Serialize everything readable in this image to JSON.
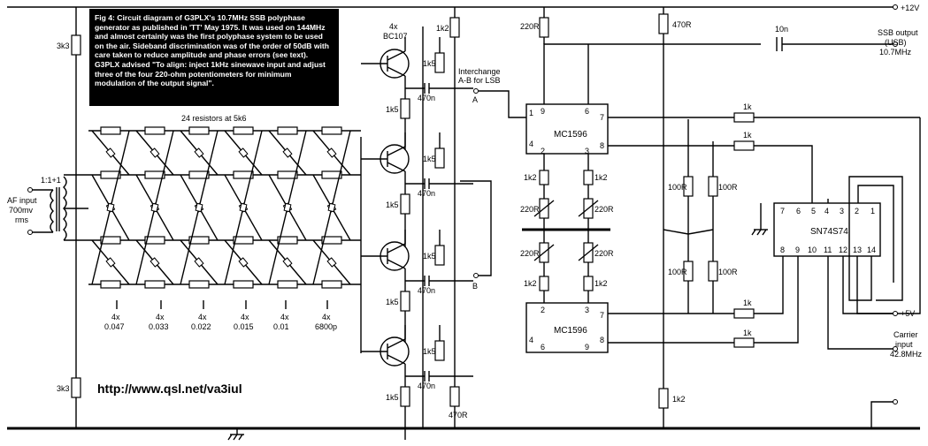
{
  "caption": "Fig 4: Circuit diagram of G3PLX's 10.7MHz SSB polyphase generator as published in 'TT' May 1975. It was used on 144MHz and almost certainly was the first polyphase system to be used on the air. Sideband discrimination was of the order of 50dB with care taken to reduce amplitude and phase errors (see text). G3PLX advised \"To align: inject 1kHz sinewave input and adjust three of the four 220-ohm potentiometers for minimum modulation of the output signal\".",
  "url": "http://www.qsl.net/va3iul",
  "rails": {
    "plus12v": "+12V",
    "plus5v": "+5V"
  },
  "labels": {
    "r3k3_top": "3k3",
    "r3k3_bottom": "3k3",
    "transformer": "1:1+1",
    "af_input": [
      "AF input",
      "700mv",
      "rms"
    ],
    "resistors_note": "24 resistors at 5k6",
    "transistors": [
      "4x",
      "BC107"
    ],
    "r1k2_top": "1k2",
    "r470_bottom": "470R",
    "r220_top": "220R",
    "r470_top": "470R",
    "r1k2_bottom": "1k2",
    "cap_10n": "10n",
    "ssb_output": [
      "SSB output",
      "(USB)",
      "10.7MHz"
    ],
    "interchange": [
      "Interchange",
      "A-B for LSB"
    ],
    "node_a": "A",
    "node_b": "B",
    "carrier_input": [
      "Carrier",
      "input",
      "42.8MHz"
    ],
    "r1k5": "1k5",
    "c470n": "470n",
    "r1k2": "1k2",
    "r220": "220R",
    "r100": "100R",
    "r1k": "1k"
  },
  "capacitors": [
    {
      "count": "4x",
      "value": "0.047"
    },
    {
      "count": "4x",
      "value": "0.033"
    },
    {
      "count": "4x",
      "value": "0.022"
    },
    {
      "count": "4x",
      "value": "0.015"
    },
    {
      "count": "4x",
      "value": "0.01"
    },
    {
      "count": "4x",
      "value": "6800p"
    }
  ],
  "chips": {
    "mixer_top": "MC1596",
    "mixer_bottom": "MC1596",
    "divider": "SN74S74"
  },
  "pins": {
    "mixer_top": [
      "1",
      "9",
      "6",
      "7",
      "4",
      "2",
      "3",
      "8"
    ],
    "mixer_bottom": [
      "2",
      "3",
      "7",
      "4",
      "6",
      "9",
      "8"
    ],
    "divider_top": [
      "7",
      "6",
      "5",
      "4",
      "3",
      "2",
      "1"
    ],
    "divider_bottom": [
      "8",
      "9",
      "10",
      "11",
      "12",
      "13",
      "14"
    ]
  }
}
